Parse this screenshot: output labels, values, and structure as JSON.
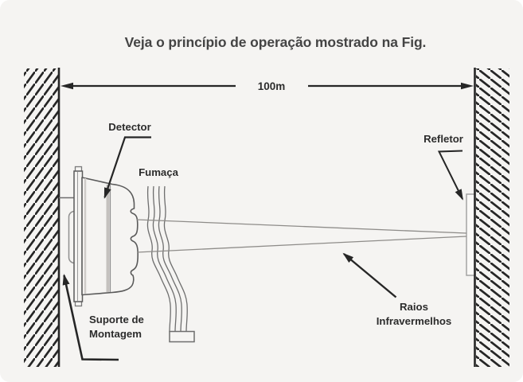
{
  "title": "Veja o princípio de operação mostrado na Fig.",
  "dimension": {
    "label": "100m"
  },
  "labels": {
    "detector": "Detector",
    "smoke": "Fumaça",
    "mount_line1": "Suporte de",
    "mount_line2": "Montagem",
    "reflector": "Refletor",
    "infrared_line1": "Raios",
    "infrared_line2": "Infravermelhos"
  },
  "colors": {
    "canvas_bg": "#f5f4f2",
    "ink": "#262626",
    "device_outline": "#5a5a5a",
    "beam": "#8e8c89",
    "smoke": "#6e6e6e",
    "reflector_outline": "#a3a3a3",
    "label_text": "#2c2c2c"
  }
}
